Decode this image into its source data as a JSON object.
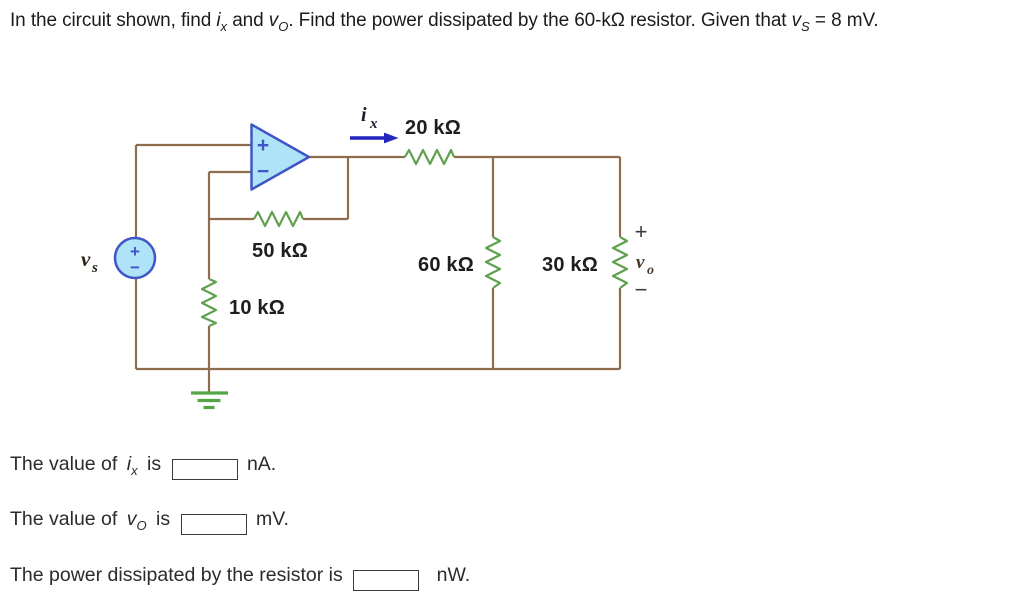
{
  "title": {
    "part1": "In the circuit shown, find ",
    "var1": "i",
    "sub1": "x",
    "part2": " and ",
    "var2": "v",
    "sub2": "O",
    "part3": ". Find the power dissipated by the 60-kΩ resistor. Given that ",
    "var3": "v",
    "sub3": "S",
    "part4": " = 8 mV."
  },
  "circuit": {
    "labels": {
      "r20": "20 kΩ",
      "r50": "50 kΩ",
      "r10": "10 kΩ",
      "r60": "60 kΩ",
      "r30": "30 kΩ"
    },
    "current": {
      "var": "i",
      "sub": "x"
    },
    "source": {
      "var": "v",
      "sub": "s",
      "plus": "+",
      "minus": "−"
    },
    "output": {
      "var": "v",
      "sub": "o",
      "plus": "+",
      "minus": "−"
    },
    "opamp": {
      "plus": "+",
      "minus": "−"
    },
    "colors": {
      "wire": "#8d6d4d",
      "resistor": "#5fa04e",
      "ground": "#55a546",
      "component_fill": "#aee3f8",
      "component_stroke": "#4156c6",
      "arrow": "#2424c0",
      "label": "#1e1e1e",
      "current_label": "#1b1b33",
      "source_label": "#2c2115",
      "output_label": "#4a3827",
      "sign": "#3a3a3a"
    }
  },
  "answers": {
    "line1": {
      "pre": "The value of",
      "var": "i",
      "sub": "x",
      "post": "is",
      "value": "",
      "unit": "nA."
    },
    "line2": {
      "pre": "The value of",
      "var": "v",
      "sub": "O",
      "post": "is",
      "value": "",
      "unit": "mV."
    },
    "line3": {
      "pre": "The power dissipated by the resistor is",
      "value": "",
      "unit": "nW."
    }
  }
}
